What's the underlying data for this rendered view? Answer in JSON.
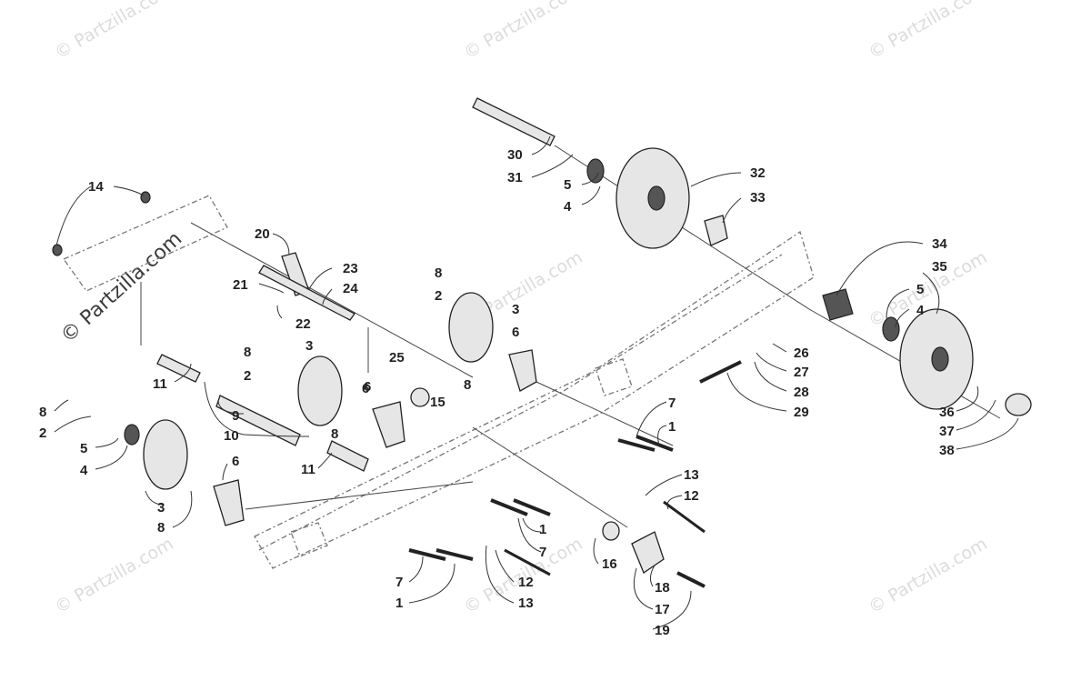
{
  "watermark": {
    "text": "© Partzilla.com",
    "main_text": "© Partzilla.com"
  },
  "callouts": [
    {
      "label": "30"
    },
    {
      "label": "31"
    },
    {
      "label": "5"
    },
    {
      "label": "4"
    },
    {
      "label": "32"
    },
    {
      "label": "33"
    },
    {
      "label": "14"
    },
    {
      "label": "20"
    },
    {
      "label": "21"
    },
    {
      "label": "23"
    },
    {
      "label": "24"
    },
    {
      "label": "22"
    },
    {
      "label": "8"
    },
    {
      "label": "2"
    },
    {
      "label": "3"
    },
    {
      "label": "6"
    },
    {
      "label": "34"
    },
    {
      "label": "35"
    },
    {
      "label": "5"
    },
    {
      "label": "4"
    },
    {
      "label": "8"
    },
    {
      "label": "2"
    },
    {
      "label": "3"
    },
    {
      "label": "25"
    },
    {
      "label": "15"
    },
    {
      "label": "8"
    },
    {
      "label": "6"
    },
    {
      "label": "26"
    },
    {
      "label": "27"
    },
    {
      "label": "28"
    },
    {
      "label": "29"
    },
    {
      "label": "36"
    },
    {
      "label": "37"
    },
    {
      "label": "38"
    },
    {
      "label": "11"
    },
    {
      "label": "9"
    },
    {
      "label": "10"
    },
    {
      "label": "8"
    },
    {
      "label": "6"
    },
    {
      "label": "11"
    },
    {
      "label": "8"
    },
    {
      "label": "2"
    },
    {
      "label": "5"
    },
    {
      "label": "4"
    },
    {
      "label": "6"
    },
    {
      "label": "3"
    },
    {
      "label": "8"
    },
    {
      "label": "7"
    },
    {
      "label": "1"
    },
    {
      "label": "13"
    },
    {
      "label": "12"
    },
    {
      "label": "1"
    },
    {
      "label": "7"
    },
    {
      "label": "16"
    },
    {
      "label": "12"
    },
    {
      "label": "13"
    },
    {
      "label": "18"
    },
    {
      "label": "17"
    },
    {
      "label": "19"
    },
    {
      "label": "7"
    },
    {
      "label": "1"
    }
  ]
}
